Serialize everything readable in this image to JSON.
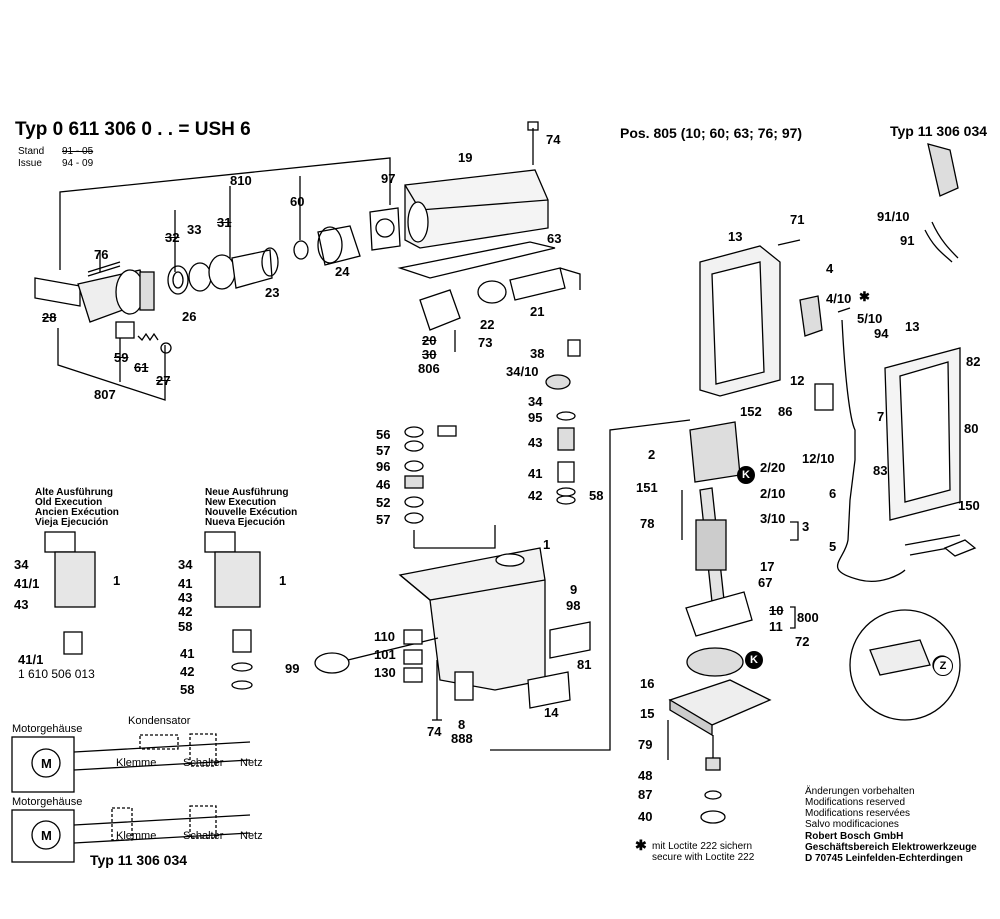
{
  "header": {
    "title": "Typ 0 611 306 0 . .  = USH 6",
    "stand_label": "Stand",
    "stand_value": "91 - 05",
    "issue_label": "Issue",
    "issue_value": "94 - 09",
    "pos_line": "Pos. 805 (10; 60; 63; 76; 97)",
    "typ_right": "Typ 11 306 034"
  },
  "old_exec": [
    "Alte Ausführung",
    "Old Execution",
    "Ancien Exécution",
    "Vieja Ejecución"
  ],
  "new_exec": [
    "Neue Ausführung",
    "New Execution",
    "Nouvelle Exécution",
    "Nueva Ejecución"
  ],
  "part_number_note": "1 610 506 013",
  "wiring": {
    "label1": "Motorgehäuse",
    "kondensator": "Kondensator",
    "klemme": "Klemme",
    "schalter": "Schalter",
    "netz": "Netz",
    "motor": "M",
    "label2": "Motorgehäuse",
    "typ_bottom": "Typ 11 306 034"
  },
  "loctite": {
    "line1": "mit Loctite 222 sichern",
    "line2": "secure with Loctite 222"
  },
  "footer": {
    "lines": [
      "Änderungen vorbehalten",
      "Modifications reserved",
      "Modifications reservées",
      "Salvo modificaciones"
    ],
    "company": [
      "Robert Bosch GmbH",
      "Geschäftsbereich Elektrowerkzeuge",
      "D 70745 Leinfelden-Echterdingen"
    ]
  },
  "callouts": {
    "c810": "810",
    "c19": "19",
    "c97": "97",
    "c60": "60",
    "c74": "74",
    "c32": "32",
    "c33": "33",
    "c31": "31",
    "c76": "76",
    "c63": "63",
    "c28": "28",
    "c26": "26",
    "c23": "23",
    "c24": "24",
    "c22": "22",
    "c21": "21",
    "c20": "20",
    "c30": "30",
    "c806": "806",
    "c73": "73",
    "c59": "59",
    "c61": "61",
    "c27": "27",
    "c807": "807",
    "c38": "38",
    "c34_10": "34/10",
    "c34": "34",
    "c95": "95",
    "c43": "43",
    "c56": "56",
    "c57": "57",
    "c96": "96",
    "c46": "46",
    "c52": "52",
    "c57b": "57",
    "c41": "41",
    "c42": "42",
    "c58": "58",
    "c1": "1",
    "o34": "34",
    "o41_1": "41/1",
    "o43": "43",
    "o1": "1",
    "n34": "34",
    "n41": "41",
    "n43": "43",
    "n42": "42",
    "n58": "58",
    "n1": "1",
    "l41_1": "41/1",
    "l41": "41",
    "l42": "42",
    "l58": "58",
    "c110": "110",
    "c101": "101",
    "c130": "130",
    "c99": "99",
    "c9": "9",
    "c98": "98",
    "c81": "81",
    "c14": "14",
    "c74b": "74",
    "c8": "8",
    "c888": "888",
    "c13": "13",
    "c71": "71",
    "c4": "4",
    "c4_10": "4/10",
    "c5_10": "5/10",
    "c94": "94",
    "c13b": "13",
    "c82": "82",
    "c12": "12",
    "c7": "7",
    "c80": "80",
    "c152": "152",
    "c86": "86",
    "c2": "2",
    "c2_20": "2/20",
    "c12_10": "12/10",
    "c83": "83",
    "c151": "151",
    "c2_10": "2/10",
    "c6": "6",
    "c78": "78",
    "c3_10": "3/10",
    "c3": "3",
    "c150": "150",
    "c5": "5",
    "c17": "17",
    "c67": "67",
    "c10": "10",
    "c800": "800",
    "c11": "11",
    "c72": "72",
    "c16": "16",
    "c15": "15",
    "c79": "79",
    "c48": "48",
    "c87": "87",
    "c40": "40",
    "c91_10": "91/10",
    "c91": "91",
    "kK1": "K",
    "kK2": "K",
    "kZ": "Z"
  }
}
